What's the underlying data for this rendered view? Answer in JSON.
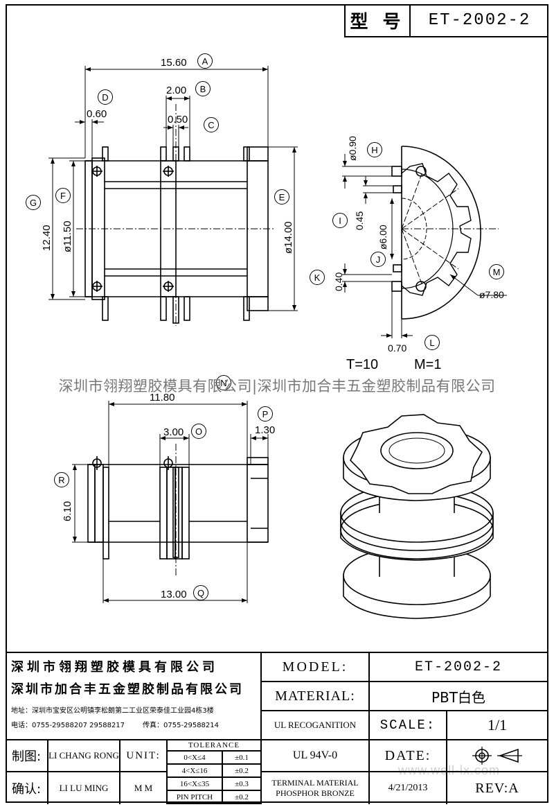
{
  "header": {
    "type_label": "型 号",
    "part_number": "ET-2002-2"
  },
  "watermark": {
    "line": "深圳市翎翔塑胶模具有限公司|深圳市加合丰五金塑胶制品有限公司",
    "site": "www.well-lx.com"
  },
  "dimensions": {
    "A": "15.60",
    "B": "2.00",
    "C": "0.50",
    "D": "0.60",
    "E": "ø14.00",
    "F": "ø11.50",
    "G": "12.40",
    "H": "ø0.90",
    "I": "0.45",
    "J": "ø6.00",
    "K": "0.40",
    "L": "0.70",
    "M": "ø7.80",
    "N": "11.80",
    "O": "3.00",
    "P": "1.30",
    "Q": "13.00",
    "R": "6.10"
  },
  "callouts": [
    "A",
    "B",
    "C",
    "D",
    "E",
    "F",
    "G",
    "H",
    "I",
    "J",
    "K",
    "L",
    "M",
    "N",
    "O",
    "P",
    "Q",
    "R"
  ],
  "notes": {
    "t": "T=10",
    "m": "M=1"
  },
  "title_block": {
    "company1": "深圳市翎翔塑胶模具有限公司",
    "company2": "深圳市加合丰五金塑胶制品有限公司",
    "address": "地址：深圳市宝安区公明镇李松朗第二工业区荣泰佳工业园4栋3楼",
    "phone": "电话：0755-29588207  29588217",
    "fax": "传真：0755-29588214",
    "drawn_label": "制图:",
    "drawn_by": "LI CHANG RONG",
    "checked_label": "确认:",
    "checked_by": "LI LU MING",
    "unit_label": "UNIT:",
    "unit": "M M",
    "tolerance_label": "TOLERANCE",
    "tolerances": [
      {
        "range": "0<X≤4",
        "value": "±0.1"
      },
      {
        "range": "4<X≤16",
        "value": "±0.2"
      },
      {
        "range": "16<X≤35",
        "value": "±0.3"
      },
      {
        "range": "PIN PITCH",
        "value": "±0.2"
      }
    ],
    "model_label": "MODEL:",
    "model": "ET-2002-2",
    "material_label": "MATERIAL:",
    "material": "PBT白色",
    "ul_label": "UL RECOGANITION",
    "ul": "UL 94V-0",
    "terminal_line1": "TERMINAL MATERIAL",
    "terminal_line2": "PHOSPHOR  BRONZE",
    "scale_label": "SCALE:",
    "scale": "1/1",
    "date_label": "DATE:",
    "date": "4/21/2013",
    "rev": "REV:A"
  }
}
